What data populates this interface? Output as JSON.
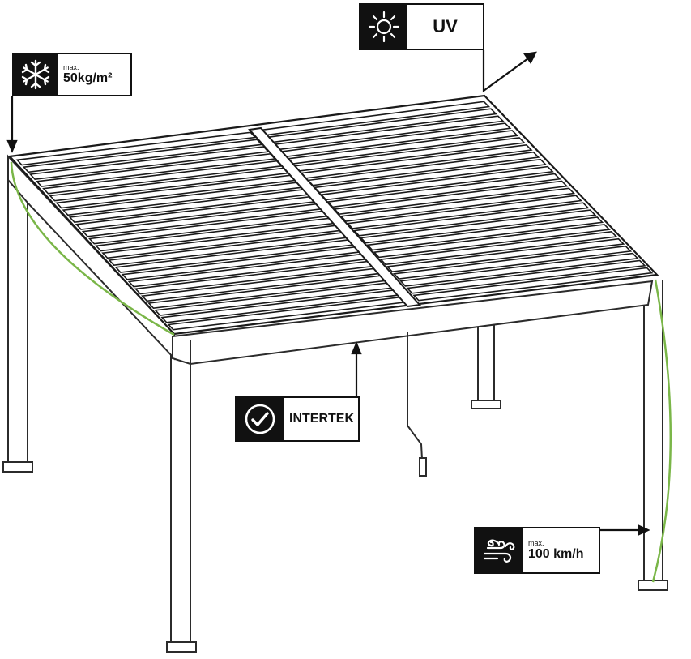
{
  "badges": {
    "uv": {
      "label": "UV",
      "icon": "sun-icon"
    },
    "snow": {
      "caption": "max.",
      "value": "50kg/m²",
      "icon": "snowflake-icon"
    },
    "intertek": {
      "label": "INTERTEK",
      "icon": "check-circle-icon"
    },
    "wind": {
      "caption": "max.",
      "value": "100 km/h",
      "icon": "wind-icon"
    }
  },
  "colors": {
    "frame": "#2b2b2b",
    "slat_stroke": "#1a1a1a",
    "slat_fill": "#ffffff",
    "rain_gutter": "#7ab648",
    "badge_dark": "#111111"
  }
}
